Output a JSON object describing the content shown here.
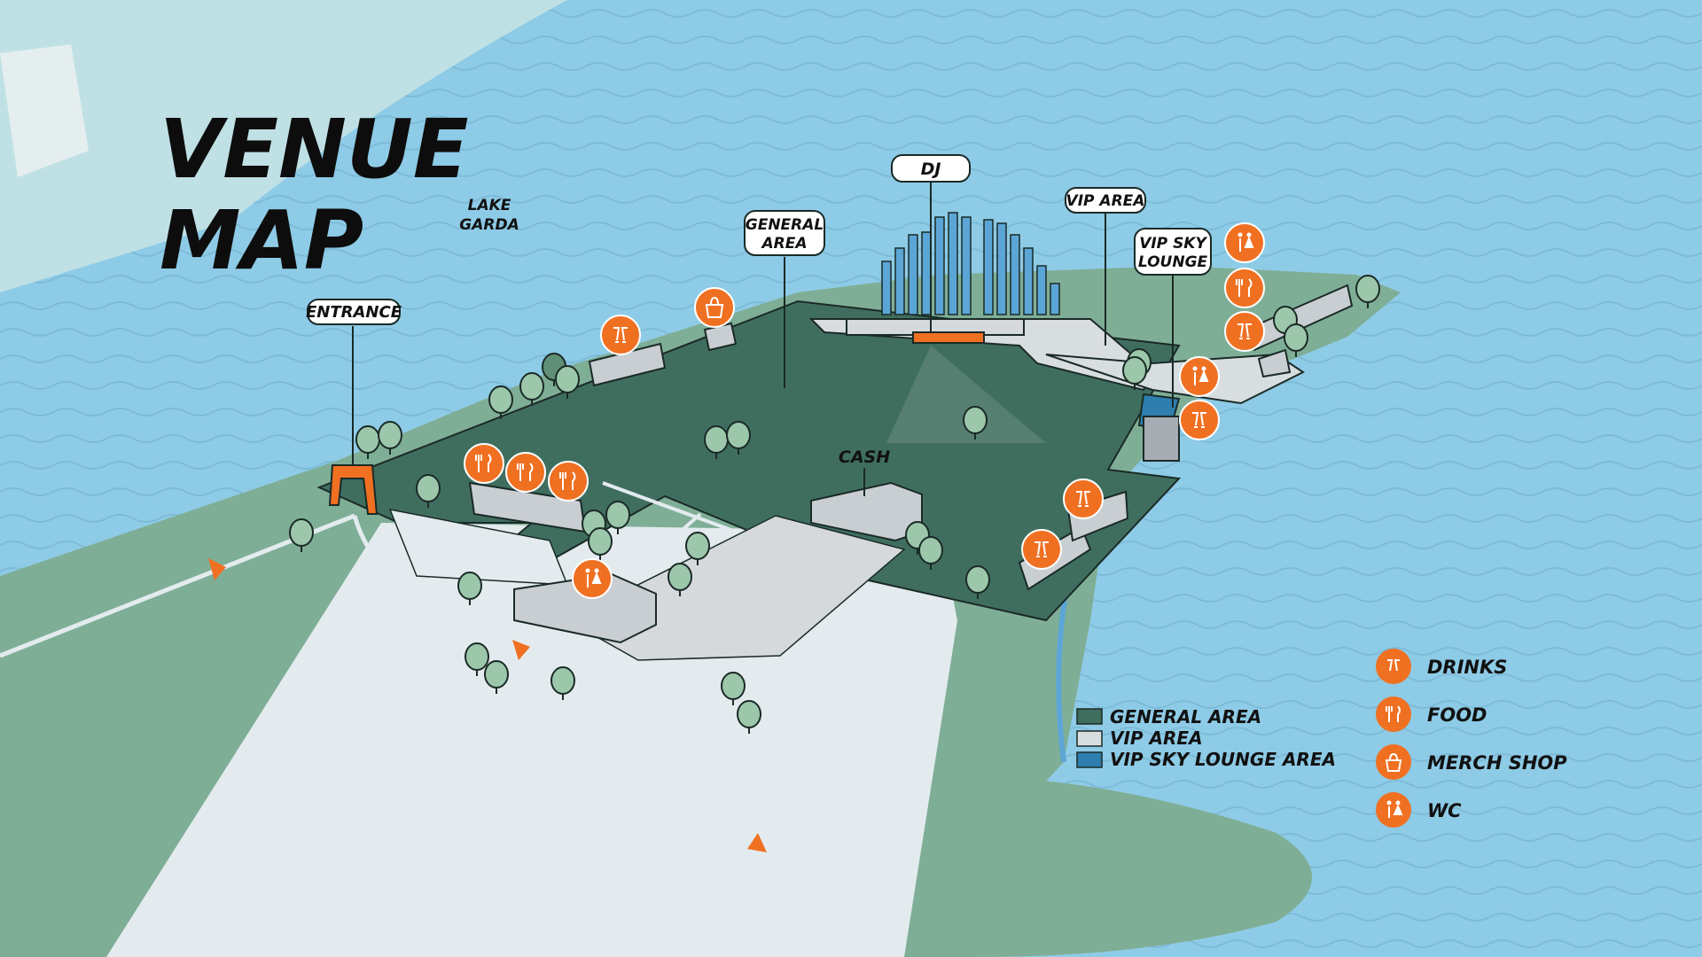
{
  "title": {
    "line1": "VENUE",
    "line2": "MAP"
  },
  "place_labels": {
    "lake": {
      "line1": "LAKE",
      "line2": "GARDA"
    },
    "cash": "CASH"
  },
  "callouts": {
    "entrance": "ENTRANCE",
    "dj": "DJ",
    "general_area": {
      "line1": "GENERAL",
      "line2": "AREA"
    },
    "vip_area": "VIP AREA",
    "vip_sky_lounge": {
      "line1": "VIP SKY",
      "line2": "LOUNGE"
    }
  },
  "area_legend": [
    {
      "label": "GENERAL AREA",
      "color": "#3f6e5f"
    },
    {
      "label": "VIP AREA",
      "color": "#d8dde0"
    },
    {
      "label": "VIP SKY LOUNGE AREA",
      "color": "#2e7fb0"
    }
  ],
  "icon_legend": [
    {
      "label": "DRINKS",
      "icon": "drinks-icon"
    },
    {
      "label": "FOOD",
      "icon": "food-icon"
    },
    {
      "label": "MERCH SHOP",
      "icon": "merch-shop-icon"
    },
    {
      "label": "WC",
      "icon": "wc-icon"
    }
  ],
  "colors": {
    "water": "#8ecbe6",
    "land": "#7fae96",
    "general_area": "#3f6e5f",
    "vip_area": "#d8dde0",
    "sky_lounge": "#2e7fb0",
    "accent": "#f07022"
  }
}
